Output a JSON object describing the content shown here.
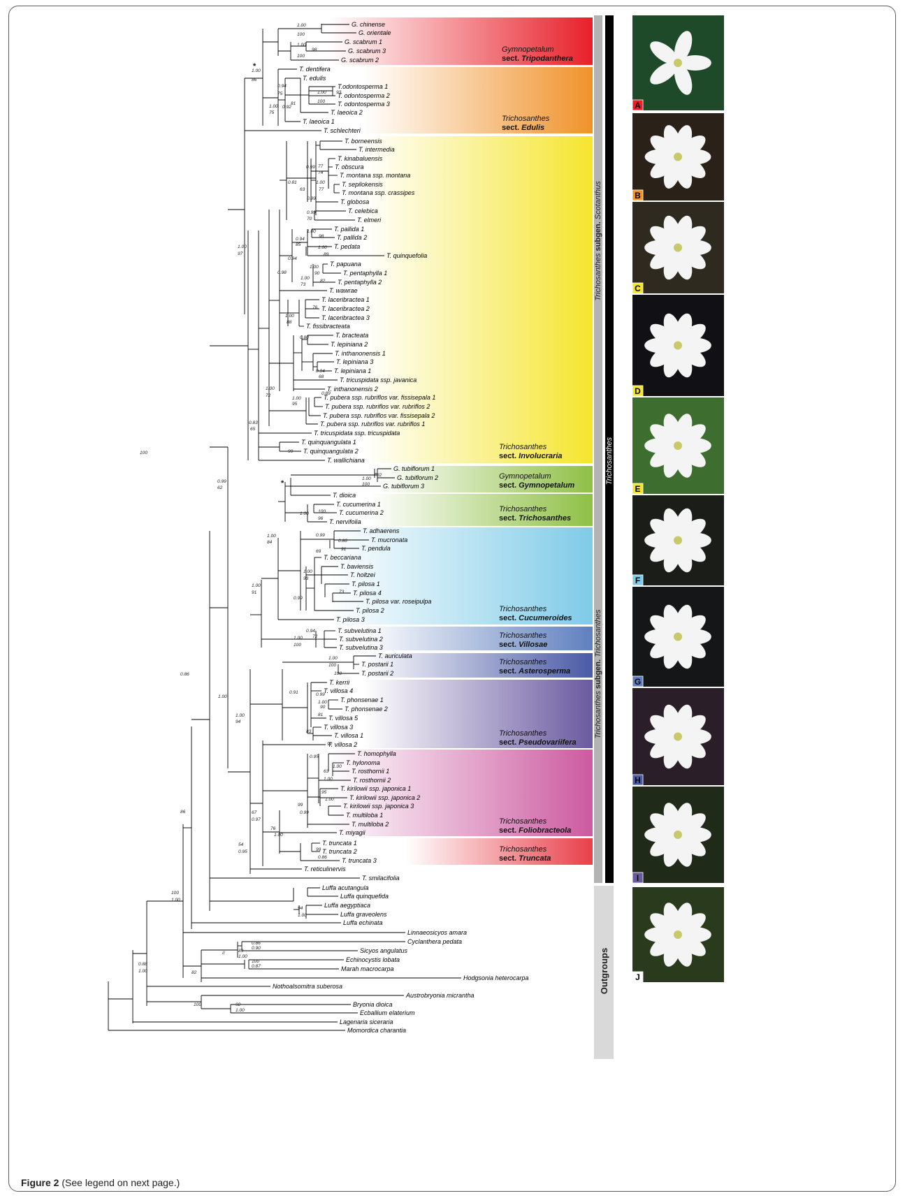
{
  "caption": {
    "label": "Figure 2",
    "text": "(See legend on next page.)"
  },
  "star": "*",
  "sections": [
    {
      "genus": "Gymnopetalum",
      "sect_prefix": "sect.",
      "sect": "Tripodanthera",
      "color": "#e8202a"
    },
    {
      "genus": "Trichosanthes",
      "sect_prefix": "sect.",
      "sect": "Edulis",
      "color": "#f0922a"
    },
    {
      "genus": "Trichosanthes",
      "sect_prefix": "sect.",
      "sect": "Involucraria",
      "color": "#f5e52e"
    },
    {
      "genus": "Gymnopetalum",
      "sect_prefix": "sect.",
      "sect": "Gymnopetalum",
      "color": "#8fc046"
    },
    {
      "genus": "Trichosanthes",
      "sect_prefix": "sect.",
      "sect": "Trichosanthes",
      "color": "#8fc046"
    },
    {
      "genus": "Trichosanthes",
      "sect_prefix": "sect.",
      "sect": "Cucumeroides",
      "color": "#7fcbe8"
    },
    {
      "genus": "Trichosanthes",
      "sect_prefix": "sect.",
      "sect": "Villosae",
      "color": "#5f7fbe"
    },
    {
      "genus": "Trichosanthes",
      "sect_prefix": "sect.",
      "sect": "Asterosperma",
      "color": "#4a5aa6"
    },
    {
      "genus": "Trichosanthes",
      "sect_prefix": "sect.",
      "sect": "Pseudovariifera",
      "color": "#6a5aa0"
    },
    {
      "genus": "Trichosanthes",
      "sect_prefix": "sect.",
      "sect": "Foliobracteola",
      "color": "#cc5aa0"
    },
    {
      "genus": "Trichosanthes",
      "sect_prefix": "sect.",
      "sect": "Truncata",
      "color": "#e8404a"
    }
  ],
  "side_labels": {
    "subgen_scot_genus": "Trichosanthes",
    "subgen_scot_word": "subgen.",
    "subgen_scot_name": "Scotanthus",
    "subgen_tri_genus": "Trichosanthes",
    "subgen_tri_word": "subgen.",
    "subgen_tri_name": "Trichosanthes",
    "genus": "Trichosanthes",
    "outgroups": "Outgroups"
  },
  "photos": [
    {
      "letter": "A",
      "color": "#e8202a"
    },
    {
      "letter": "B",
      "color": "#f0922a"
    },
    {
      "letter": "C",
      "color": "#f5e52e"
    },
    {
      "letter": "D",
      "color": "#f5e52e"
    },
    {
      "letter": "E",
      "color": "#f5e52e"
    },
    {
      "letter": "F",
      "color": "#7fcbe8"
    },
    {
      "letter": "G",
      "color": "#5f7fbe"
    },
    {
      "letter": "H",
      "color": "#4a5aa6"
    },
    {
      "letter": "I",
      "color": "#6a5aa0"
    },
    {
      "letter": "J",
      "color": "#ffffff"
    }
  ],
  "taxa": [
    "G. chinense",
    "G. orientale",
    "G. scabrum 1",
    "G. scabrum 3",
    "G. scabrum 2",
    "T. dentifera",
    "T. edulis",
    "T.odontosperma 1",
    "T. odontosperma 2",
    "T. odontosperma 3",
    "T. laeoica 2",
    "T. laeoica 1",
    "T. schlechteri",
    "T. borneensis",
    "T. intermedia",
    "T. kinabaluensis",
    "T. obscura",
    "T. montana ssp. montana",
    "T. sepilokensis",
    "T. montana ssp. crassipes",
    "T. globosa",
    "T. celebica",
    "T. elmeri",
    "T. pallida 1",
    "T. pallida 2",
    "T. pedata",
    "T. quinquefolia",
    "T. papuana",
    "T. pentaphylla 1",
    "T. pentaphylla 2",
    "T. wawrae",
    "T. laceribractea 1",
    "T. laceribractea 2",
    "T. laceribractea 3",
    "T. fissibracteata",
    "T. bracteata",
    "T. lepiniana 2",
    "T. inthanonensis 1",
    "T. lepiniana 3",
    "T. lepiniana 1",
    "T. tricuspidata ssp. javanica",
    "T. inthanonensis 2",
    "T. pubera ssp. rubriflos var. fissisepala 1",
    "T. pubera ssp. rubriflos var. rubriflos 2",
    "T. pubera ssp. rubriflos var. fissisepala 2",
    "T. pubera ssp. rubriflos var. rubriflos 1",
    "T. tricuspidata ssp. tricuspidata",
    "T. quinquangulata 1",
    "T. quinquangulata 2",
    "T. wallichiana",
    "G. tubiflorum 1",
    "G. tubiflorum 2",
    "G. tubiflorum 3",
    "T. dioica",
    "T. cucumerina 1",
    "T. cucumerina 2",
    "T. nervifolia",
    "T. adhaerens",
    "T. mucronata",
    "T. pendula",
    "T. beccariana",
    "T. baviensis",
    "T. holtzei",
    "T. pilosa 1",
    "T. pilosa 4",
    "T. pilosa var. roseipulpa",
    "T. pilosa 2",
    "T. pilosa 3",
    "T. subvelutina 1",
    "T. subvelutina 2",
    "T. subvelutina 3",
    "T. auriculata",
    "T. postarii 1",
    "T. postarii 2",
    "T. kerrii",
    "T. villosa 4",
    "T. phonsenae 1",
    "T. phonsenae 2",
    "T. villosa 5",
    "T. villosa 3",
    "T. villosa 1",
    "T. villosa 2",
    "T. homophylla",
    "T. hylonoma",
    "T. rosthornii 1",
    "T. rosthornii 2",
    "T. kirilowii ssp. japonica 1",
    "T. kirilowii ssp. japonica 2",
    "T. kirilowii ssp. japonica 3",
    "T. multiloba 1",
    "T. multiloba 2",
    "T. miyagii",
    "T. truncata 1",
    "T. truncata 2",
    "T. truncata 3",
    "T. reticulinervis",
    "T. smilacifolia",
    "Luffa acutangula",
    "Luffa quinquefida",
    "Luffa aegyptiaca",
    "Luffa graveolens",
    "Luffa echinata",
    "Linnaeosicyos amara",
    "Cyclanthera pedata",
    "Sicyos angulatus",
    "Echinocystis lobata",
    "Marah macrocarpa",
    "Hodgsonia heterocarpa",
    "Nothoalsomitra suberosa",
    "Austrobryonia micrantha",
    "Bryonia dioica",
    "Ecballium elaterium",
    "Lagenaria siceraria",
    "Momordica charantia"
  ],
  "supports": [
    "1.00",
    "100",
    "1.00",
    "98",
    "100",
    "1.00",
    "86",
    "0.94",
    "75",
    "1.00",
    "93",
    "100",
    "1.00",
    "0.92",
    "81",
    "75",
    "0.99",
    "77",
    "74",
    "0.81",
    "63",
    "1.00",
    "77",
    "0.99",
    "0.99",
    "70",
    "1.00",
    "98",
    "0.94",
    "85",
    "1.00",
    "89",
    "0.94",
    "1.00",
    "90",
    "1.00",
    "82",
    "73",
    "0.98",
    "76",
    "1.00",
    "88",
    "0.80",
    "0.94",
    "68",
    "0.89",
    "1.00",
    "95",
    "1.00",
    "72",
    "99",
    "0.83",
    "65",
    "1.00",
    "97",
    "1.00",
    "82",
    "100",
    "1.00",
    "100",
    "96",
    "0.99",
    "62",
    "0.86",
    "1.00",
    "84",
    "0.99",
    "0.86",
    "69",
    "91",
    "1.00",
    "93",
    "73",
    "0.99",
    "1.00",
    "91",
    "0.94",
    "1.00",
    "72",
    "100",
    "1.00",
    "100",
    "100",
    "0.91",
    "0.99",
    "1.00",
    "90",
    "81",
    "83",
    "92",
    "1.00",
    "94",
    "0.95",
    "1.00",
    "63",
    "1.00",
    "95",
    "1.00",
    "99",
    "0.99",
    "67",
    "0.97",
    "76",
    "1.00",
    "99",
    "0.86",
    "54",
    "0.95",
    "1.00",
    "94",
    "1.00",
    "100",
    "1.00",
    "86",
    "0.86",
    "0.90",
    "89",
    "1.00",
    "100",
    "0.87",
    "82",
    "0.88",
    "1.00",
    "92",
    "1.00",
    "100",
    "100"
  ]
}
